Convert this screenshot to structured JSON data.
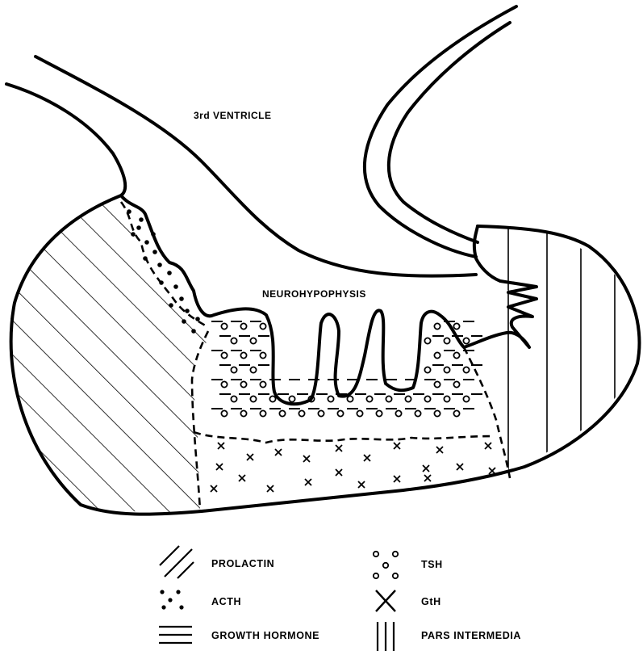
{
  "labels": {
    "third_ventricle": "3rd VENTRICLE",
    "neurohypophysis": "NEUROHYPOPHYSIS"
  },
  "legend": {
    "prolactin": "PROLACTIN",
    "acth": "ACTH",
    "growth_hormone": "GROWTH HORMONE",
    "tsh": "TSH",
    "gth": "GtH",
    "pars_intermedia": "PARS INTERMEDIA"
  },
  "colors": {
    "ink": "#000000",
    "paper": "#ffffff"
  }
}
